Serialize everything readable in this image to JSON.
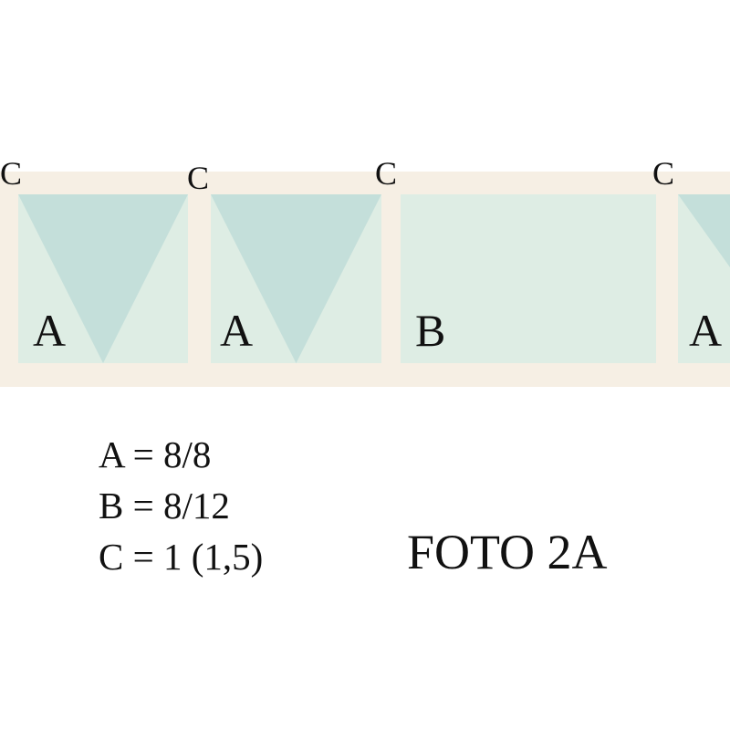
{
  "colors": {
    "strip": "#f6efe4",
    "panel": "#deede4",
    "triangle": "#c4dfda",
    "text": "#111111"
  },
  "panels": [
    {
      "label": "A",
      "type": "triangle"
    },
    {
      "label": "A",
      "type": "triangle"
    },
    {
      "label": "B",
      "type": "plain"
    },
    {
      "label": "A",
      "type": "triangle"
    }
  ],
  "corner_labels": [
    "C",
    "C",
    "C",
    "C"
  ],
  "legend": {
    "a": "A = 8/8",
    "b": "B = 8/12",
    "c": "C = 1 (1,5)"
  },
  "caption": "FOTO 2A"
}
